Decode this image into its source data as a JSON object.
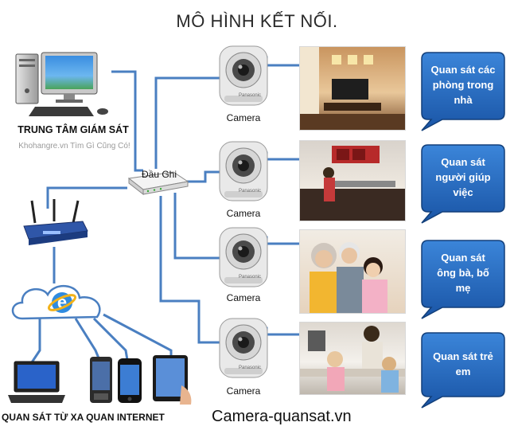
{
  "title": "MÔ HÌNH KẾT NỐI.",
  "monitoring_center": {
    "label": "TRUNG TÂM GIÁM SÁT",
    "watermark": "Khohangre.vn Tìm Gì Cũng Có!"
  },
  "dvr": {
    "label": "Đầu Ghi"
  },
  "cameras": [
    {
      "label": "Camera",
      "brand": "Panasonic"
    },
    {
      "label": "Camera",
      "brand": "Panasonic"
    },
    {
      "label": "Camera",
      "brand": "Panasonic"
    },
    {
      "label": "Camera",
      "brand": "Panasonic"
    }
  ],
  "bubbles": [
    {
      "lines": [
        "Quan sát các",
        "phòng trong",
        "nhà"
      ]
    },
    {
      "lines": [
        "Quan sát",
        "người giúp",
        "việc"
      ]
    },
    {
      "lines": [
        "Quan sát",
        "ông bà, bố",
        "mẹ"
      ]
    },
    {
      "lines": [
        "Quan sát trẻ",
        "em"
      ]
    }
  ],
  "remote_label": "QUAN SÁT TỪ XA QUAN INTERNET",
  "footer": "Camera-quansat.vn",
  "colors": {
    "line": "#4a7fc1",
    "bubble": "#1d63b8",
    "bubble_edge": "#123f7a"
  }
}
